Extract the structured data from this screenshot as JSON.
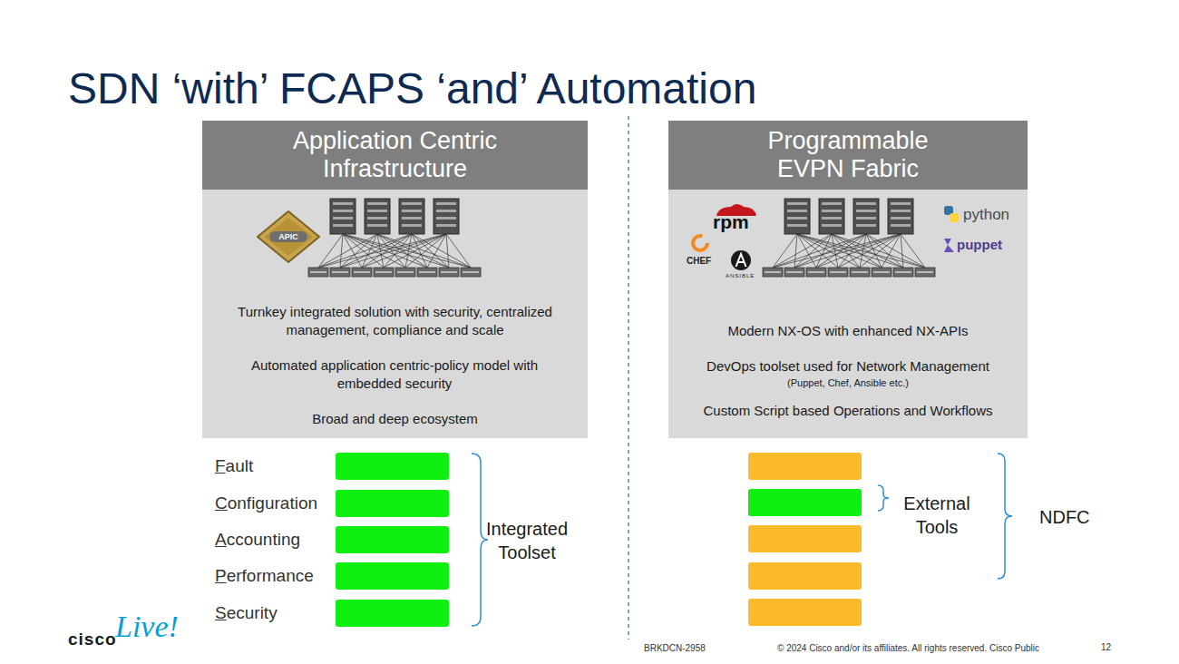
{
  "diagram": {
    "title": "SDN ‘with’ FCAPS ‘and’ Automation",
    "nodes": [
      {
        "text": [
          "Application Centric Infrastructure",
          "Turnkey integrated solution with security, centralized management, compliance and scale",
          "Automated application centric-policy model with embedded security",
          "Broad and deep ecosystem"
        ]
      },
      {
        "text": [
          "APIC"
        ],
        "in": 0
      },
      {
        "text": [
          "Programmable EVPN Fabric",
          "Modern NX-OS with enhanced NX-APIs",
          "DevOps toolset used for Network Management",
          "(Puppet, Chef, Ansible etc.)",
          "Custom Script based Operations and Workflows"
        ]
      },
      {
        "text": [
          "Fault"
        ]
      },
      {
        "text": [
          "Configuration"
        ]
      },
      {
        "text": [
          "Accounting"
        ]
      },
      {
        "text": [
          "Performance"
        ]
      },
      {
        "text": [
          "Security"
        ]
      }
    ],
    "labels": [
      "rpm",
      "python",
      "CHEF",
      "puppet",
      "ANSIBLE",
      "Integrated Toolset",
      "External Tools",
      "NDFC",
      "cisco",
      "Live!",
      "BRKDCN-2958",
      "© 2024 Cisco and/or its affiliates. All rights reserved. Cisco Public",
      "12"
    ]
  }
}
